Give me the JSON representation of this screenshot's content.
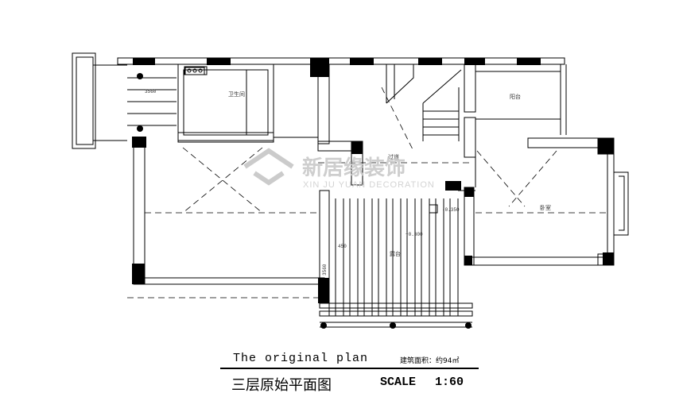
{
  "title_en": "The original plan",
  "area_label": "建筑面积：约94㎡",
  "title_cn": "三层原始平面图",
  "scale_label": "SCALE",
  "scale_value": "1:60",
  "rooms": {
    "bathroom": "卫生间",
    "balcony": "阳台",
    "corridor": "过道",
    "bedroom": "卧室",
    "terrace": "露台"
  },
  "dimensions": {
    "d1": "3560",
    "d2": "450",
    "d3": "+0.300",
    "d4": "-0.350",
    "d5": "3560"
  },
  "watermark": {
    "name": "新居缘装饰",
    "sub": "XIN JU YUAN DECORATION"
  }
}
